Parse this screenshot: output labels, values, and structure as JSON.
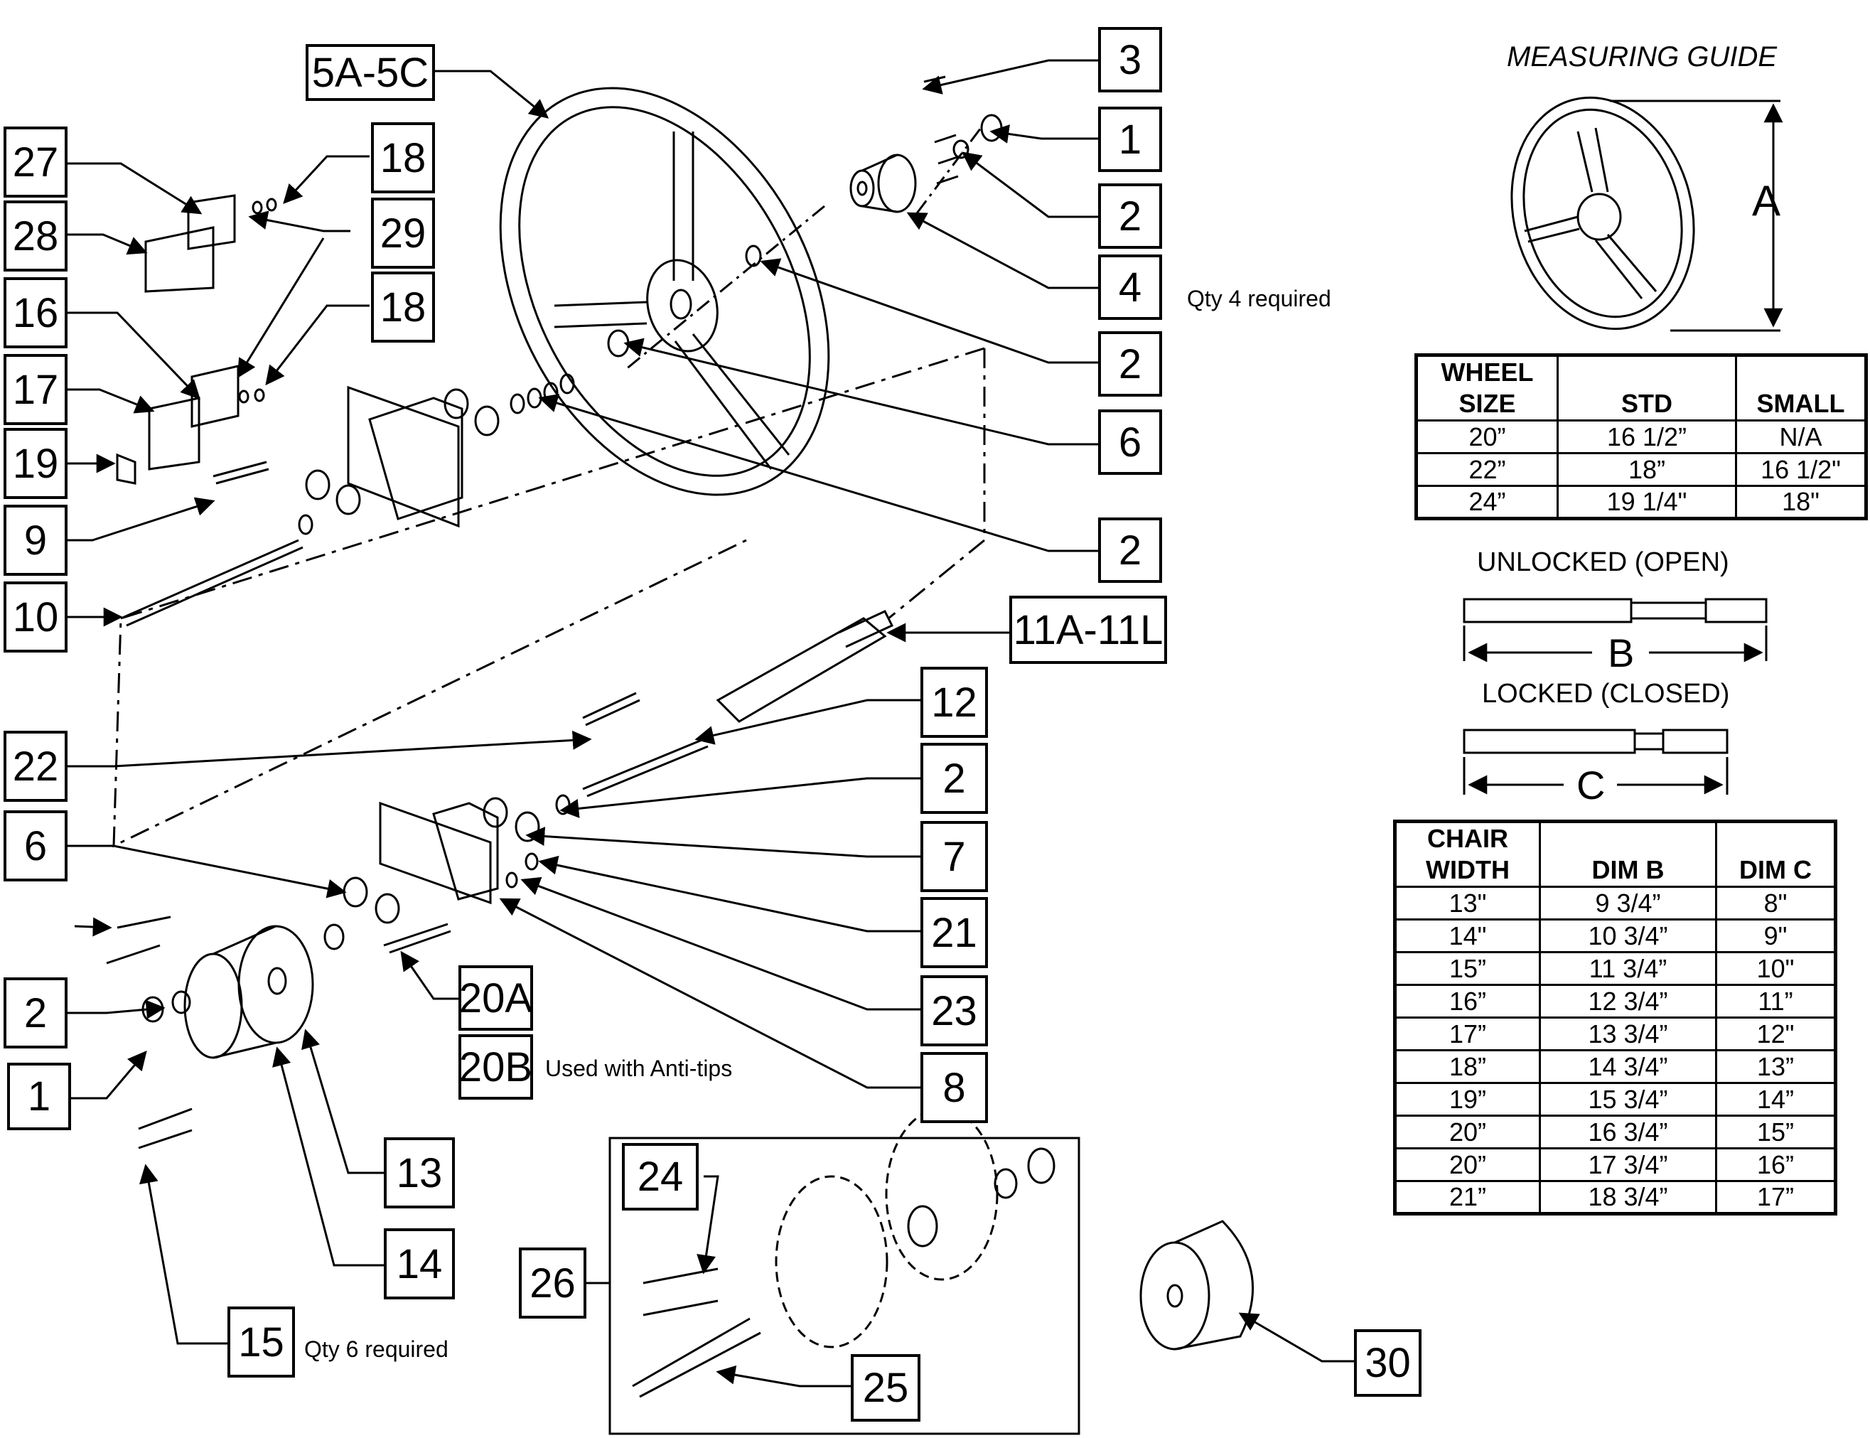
{
  "callouts": [
    {
      "id": "c-5a5c",
      "text": "5A-5C"
    },
    {
      "id": "c-3",
      "text": "3"
    },
    {
      "id": "c-1a",
      "text": "1"
    },
    {
      "id": "c-2a",
      "text": "2"
    },
    {
      "id": "c-4",
      "text": "4"
    },
    {
      "id": "c-2b",
      "text": "2"
    },
    {
      "id": "c-6a",
      "text": "6"
    },
    {
      "id": "c-2c",
      "text": "2"
    },
    {
      "id": "c-27",
      "text": "27"
    },
    {
      "id": "c-18a",
      "text": "18"
    },
    {
      "id": "c-28",
      "text": "28"
    },
    {
      "id": "c-29",
      "text": "29"
    },
    {
      "id": "c-16",
      "text": "16"
    },
    {
      "id": "c-18b",
      "text": "18"
    },
    {
      "id": "c-17",
      "text": "17"
    },
    {
      "id": "c-19",
      "text": "19"
    },
    {
      "id": "c-9",
      "text": "9"
    },
    {
      "id": "c-10",
      "text": "10"
    },
    {
      "id": "c-11",
      "text": "11A-11L"
    },
    {
      "id": "c-12",
      "text": "12"
    },
    {
      "id": "c-22",
      "text": "22"
    },
    {
      "id": "c-2d",
      "text": "2"
    },
    {
      "id": "c-6b",
      "text": "6"
    },
    {
      "id": "c-7",
      "text": "7"
    },
    {
      "id": "c-21",
      "text": "21"
    },
    {
      "id": "c-2e",
      "text": "2"
    },
    {
      "id": "c-20a",
      "text": "20A"
    },
    {
      "id": "c-23",
      "text": "23"
    },
    {
      "id": "c-20b",
      "text": "20B"
    },
    {
      "id": "c-1b",
      "text": "1"
    },
    {
      "id": "c-8",
      "text": "8"
    },
    {
      "id": "c-13",
      "text": "13"
    },
    {
      "id": "c-14",
      "text": "14"
    },
    {
      "id": "c-15",
      "text": "15"
    },
    {
      "id": "c-24",
      "text": "24"
    },
    {
      "id": "c-26",
      "text": "26"
    },
    {
      "id": "c-25",
      "text": "25"
    },
    {
      "id": "c-30",
      "text": "30"
    }
  ],
  "notes": {
    "qty4": "Qty 4 required",
    "anti_tips": "Used with Anti-tips",
    "qty6": "Qty 6 required"
  },
  "guide": {
    "title": "MEASURING GUIDE",
    "dim_a": "A",
    "dim_b": "B",
    "dim_c": "C",
    "unlocked": "UNLOCKED (OPEN)",
    "locked": "LOCKED (CLOSED)"
  },
  "wheel_table": {
    "headers": [
      "WHEEL SIZE",
      "STD",
      "SMALL"
    ],
    "rows": [
      [
        "20”",
        "16 1/2”",
        "N/A"
      ],
      [
        "22”",
        "18”",
        "16 1/2\""
      ],
      [
        "24”",
        "19 1/4\"",
        "18\""
      ]
    ]
  },
  "chair_table": {
    "headers": [
      "CHAIR WIDTH",
      "DIM B",
      "DIM C"
    ],
    "rows": [
      [
        "13\"",
        "9 3/4”",
        "8\""
      ],
      [
        "14\"",
        "10 3/4”",
        "9\""
      ],
      [
        "15”",
        "11 3/4”",
        "10\""
      ],
      [
        "16”",
        "12 3/4”",
        "11”"
      ],
      [
        "17”",
        "13 3/4”",
        "12\""
      ],
      [
        "18”",
        "14 3/4”",
        "13”"
      ],
      [
        "19”",
        "15 3/4”",
        "14”"
      ],
      [
        "20”",
        "16 3/4”",
        "15”"
      ],
      [
        "20”",
        "17 3/4”",
        "16”"
      ],
      [
        "21”",
        "18 3/4”",
        "17”"
      ]
    ]
  }
}
